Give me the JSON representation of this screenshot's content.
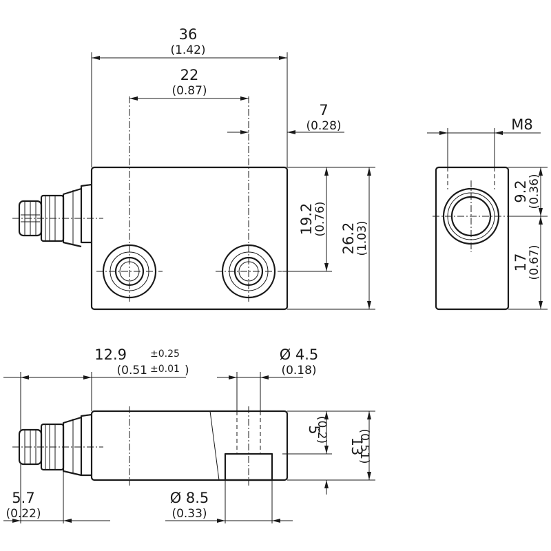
{
  "dimensions": {
    "d36": {
      "mm": "36",
      "in": "(1.42)"
    },
    "d22": {
      "mm": "22",
      "in": "(0.87)"
    },
    "d7": {
      "mm": "7",
      "in": "(0.28)"
    },
    "dM8": {
      "label": "M8"
    },
    "d19_2": {
      "mm": "19.2",
      "in": "(0.76)"
    },
    "d26_2": {
      "mm": "26.2",
      "in": "(1.03)"
    },
    "d9_2": {
      "mm": "9.2",
      "in": "(0.36)"
    },
    "d17": {
      "mm": "17",
      "in": "(0.67)"
    },
    "d12_9": {
      "mm": "12.9",
      "mm_tol": "±0.25",
      "in_open": "(0.51",
      "in_tol": "±0.01",
      "in_close": ")"
    },
    "d4_5": {
      "mm": "Ø 4.5",
      "in": "(0.18)"
    },
    "d5": {
      "mm": "5",
      "in": "(0.2)"
    },
    "d13": {
      "mm": "13",
      "in": "(0.51)"
    },
    "d5_7": {
      "mm": "5.7",
      "in": "(0.22)"
    },
    "d8_5": {
      "mm": "Ø 8.5",
      "in": "(0.33)"
    }
  }
}
